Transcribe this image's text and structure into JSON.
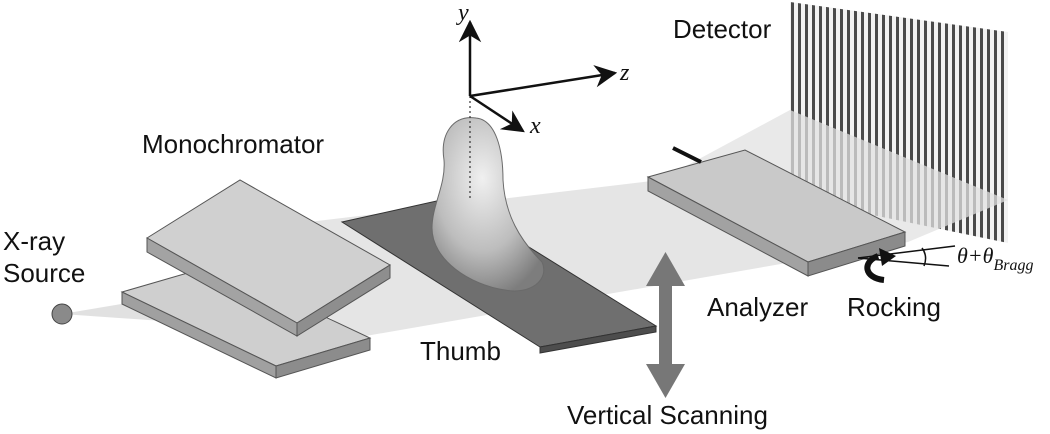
{
  "labels": {
    "xray_source_line1": "X-ray",
    "xray_source_line2": "Source",
    "monochromator": "Monochromator",
    "thumb": "Thumb",
    "vertical_scanning": "Vertical Scanning",
    "analyzer": "Analyzer",
    "rocking": "Rocking",
    "detector": "Detector",
    "theta_prefix": "θ+θ",
    "theta_subscript": "Bragg"
  },
  "axes": {
    "x": "x",
    "y": "y",
    "z": "z"
  },
  "colors": {
    "beam": "#d9d9d9",
    "plate_light": "#c8c8c8",
    "plate_side": "#9a9a9a",
    "sample_stage": "#6e6e6e",
    "scan_arrow": "#777777",
    "source": "#8a8a8a",
    "detector_stripes": "#555555"
  }
}
